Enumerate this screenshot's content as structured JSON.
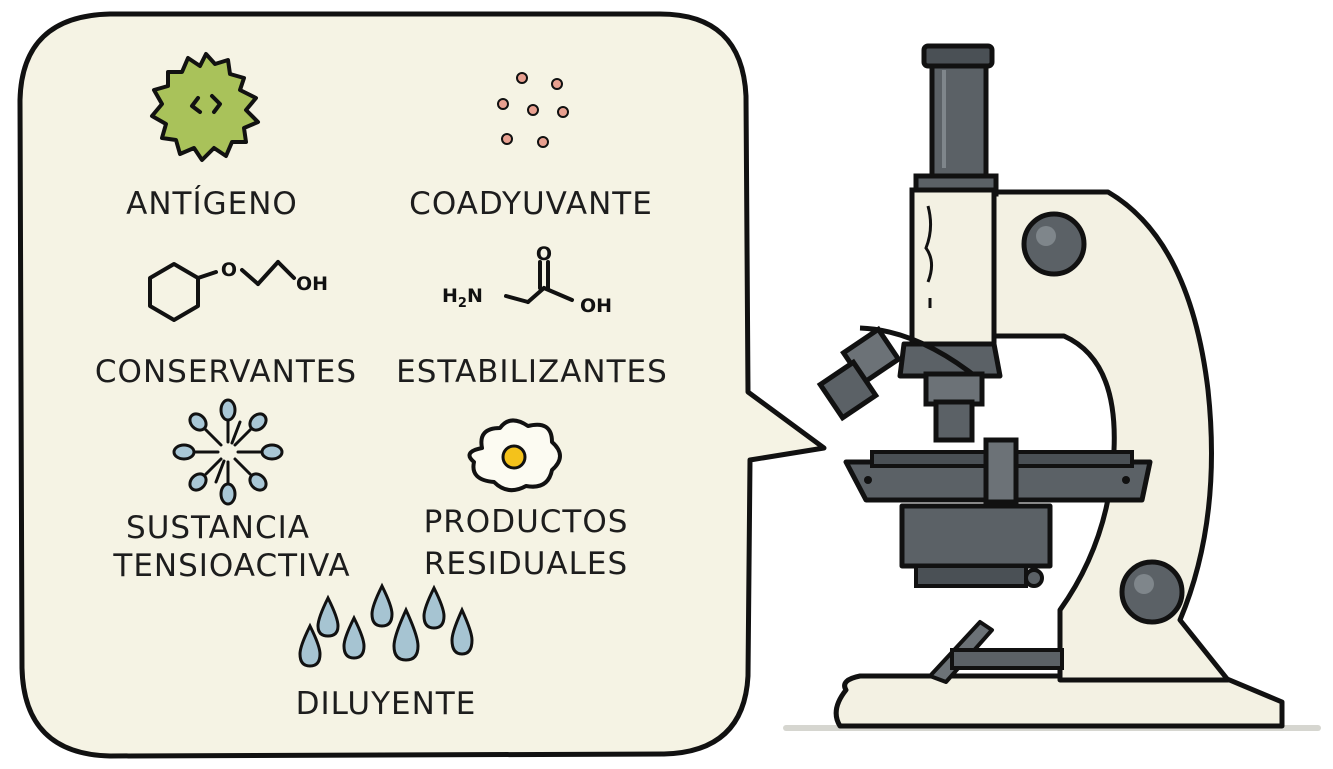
{
  "colors": {
    "bubble_fill": "#f5f3e4",
    "ink": "#111111",
    "antigen_green": "#a9c25a",
    "adjuvant_dot": "#e8a090",
    "surfactant_blue": "#a9c7d6",
    "drop_blue": "#a6c4d2",
    "egg_white": "#fcfbf2",
    "egg_yolk": "#f4c21b",
    "microscope_cream": "#f3f1e3",
    "microscope_dark": "#5b6166"
  },
  "components": [
    {
      "id": "antigeno",
      "label": "ANTÍGENO",
      "icon": "virus-icon"
    },
    {
      "id": "coadyuvante",
      "label": "COADYUVANTE",
      "icon": "particles-icon"
    },
    {
      "id": "conservantes",
      "label": "CONSERVANTES",
      "icon": "phenoxyethanol-structure-icon"
    },
    {
      "id": "estabilizantes",
      "label": "ESTABILIZANTES",
      "icon": "glycine-structure-icon"
    },
    {
      "id": "sustancia",
      "label_lines": [
        "SUSTANCIA",
        "TENSIOACTIVA"
      ],
      "icon": "micelle-icon"
    },
    {
      "id": "productos",
      "label_lines": [
        "PRODUCTOS",
        "RESIDUALES"
      ],
      "icon": "egg-icon"
    },
    {
      "id": "diluyente",
      "label": "DILUYENTE",
      "icon": "water-drops-icon"
    }
  ],
  "chem": {
    "oh1": "OH",
    "oxygen": "O",
    "h2n_h": "H",
    "h2n_2": "2",
    "h2n_n": "N",
    "carbonyl_o": "O",
    "oh2": "OH"
  }
}
